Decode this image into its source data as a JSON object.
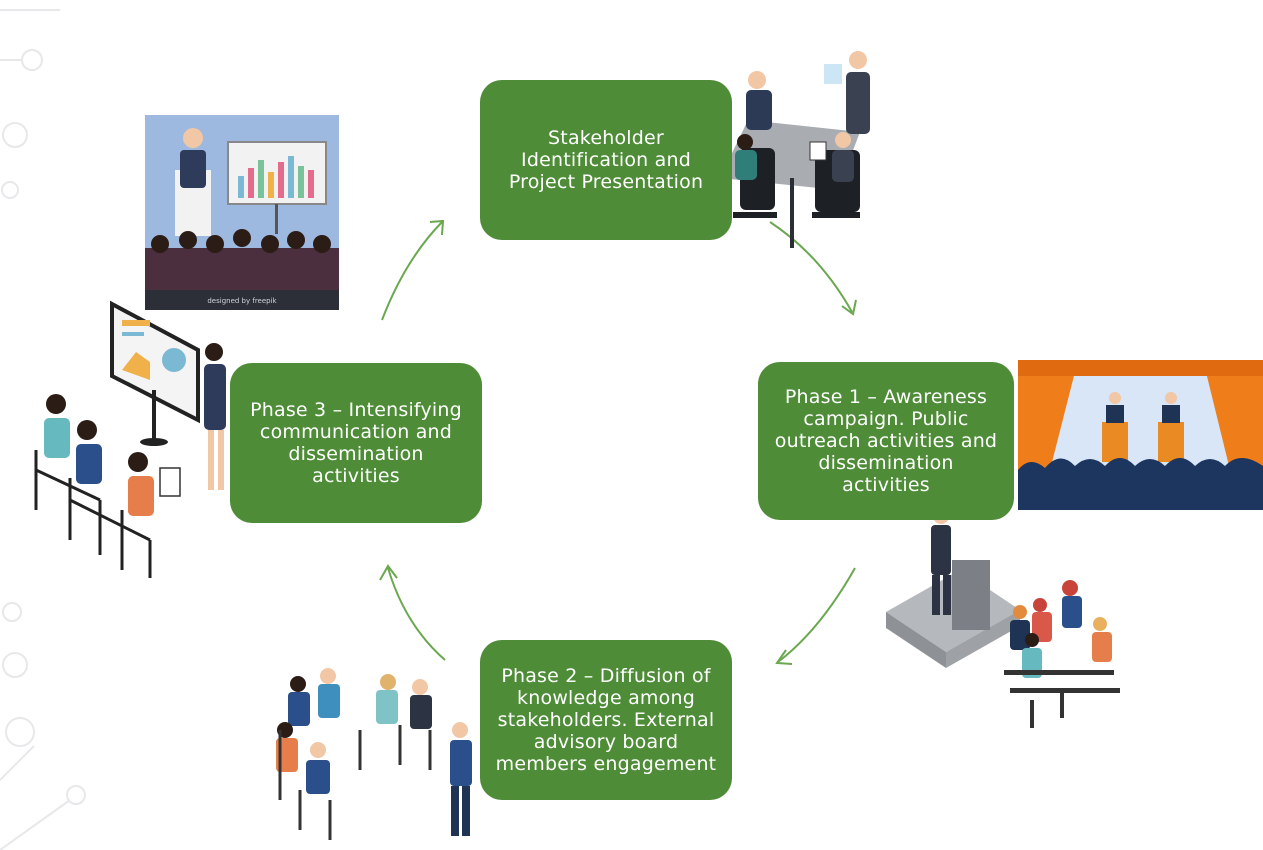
{
  "diagram": {
    "type": "cycle",
    "colors": {
      "box": "#4e8c38",
      "arrow": "#6aa84f",
      "text": "#ffffff"
    },
    "steps": [
      {
        "id": "stakeholder",
        "label": "Stakeholder\nIdentification and\nProject Presentation"
      },
      {
        "id": "phase1",
        "label": "Phase 1 – Awareness\ncampaign. Public\noutreach activities and\ndissemination\nactivities"
      },
      {
        "id": "phase2",
        "label": "Phase 2 – Diffusion of\nknowledge among\nstakeholders. External\nadvisory board\nmembers engagement"
      },
      {
        "id": "phase3",
        "label": "Phase 3 – Intensifying\ncommunication and\ndissemination\nactivities"
      }
    ],
    "illustrations": [
      "meeting-table-illustration",
      "debate-stage-illustration",
      "speaker-podium-audience-illustration",
      "group-discussion-circle-illustration",
      "presentation-screen-audience-illustration",
      "presenter-chart-audience-illustration"
    ],
    "watermark": "designed by freepik"
  }
}
